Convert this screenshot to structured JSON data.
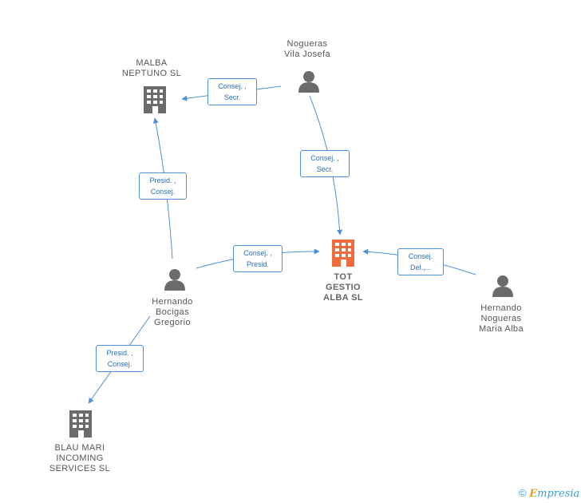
{
  "colors": {
    "edge": "#4a90d9",
    "company": "#6b6b6b",
    "company_highlight": "#f26b3a",
    "person": "#6b6b6b"
  },
  "nodes": {
    "malba": {
      "label_lines": [
        "MALBA",
        "NEPTUNO  SL"
      ],
      "icon": "building-icon"
    },
    "nogueras_vila": {
      "label_lines": [
        "Nogueras",
        "Vila Josefa"
      ],
      "icon": "person-icon"
    },
    "tot_gestio": {
      "label_lines": [
        "TOT",
        "GESTIO",
        "ALBA  SL"
      ],
      "icon": "building-icon"
    },
    "hernando_bocigas": {
      "label_lines": [
        "Hernando",
        "Bocigas",
        "Gregorio"
      ],
      "icon": "person-icon"
    },
    "hernando_nogueras": {
      "label_lines": [
        "Hernando",
        "Nogueras",
        "Maria Alba"
      ],
      "icon": "person-icon"
    },
    "blau_mari": {
      "label_lines": [
        "BLAU MARI",
        "INCOMING",
        "SERVICES SL"
      ],
      "icon": "building-icon"
    }
  },
  "edges": {
    "vila_to_malba": {
      "lines": [
        "Consej. ,",
        "Secr."
      ]
    },
    "vila_to_tot": {
      "lines": [
        "Consej. ,",
        "Secr."
      ]
    },
    "bocigas_to_malba": {
      "lines": [
        "Presid. ,",
        "Consej."
      ]
    },
    "bocigas_to_tot": {
      "lines": [
        "Consej. ,",
        "Presid."
      ]
    },
    "maria_to_tot": {
      "lines": [
        "Consej.",
        "Del.,..."
      ]
    },
    "bocigas_to_blau": {
      "lines": [
        "Presid. ,",
        "Consej."
      ]
    }
  },
  "footer": {
    "copyright_symbol": "©",
    "brand_initial": "E",
    "brand_rest": "mpresia"
  }
}
